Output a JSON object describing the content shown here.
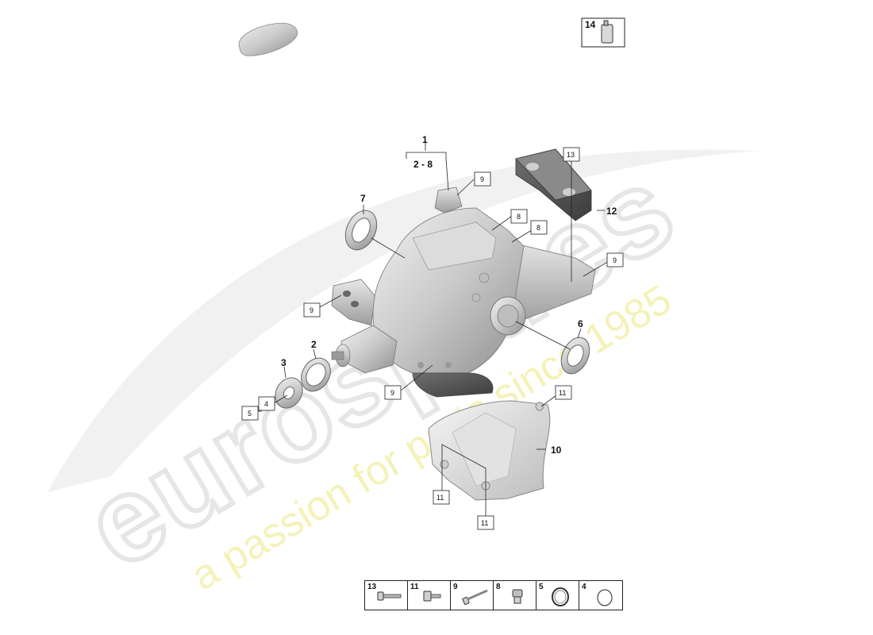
{
  "watermark": {
    "brand": "eurospares",
    "tagline": "a passion for parts since 1985",
    "colors": {
      "logo": "#e6e6e6",
      "tagline": "#f3f0b0"
    }
  },
  "assembly": {
    "number": "1",
    "range": "2 - 8"
  },
  "callouts": {
    "c2": "2",
    "c3": "3",
    "c4": "4",
    "c5": "5",
    "c6": "6",
    "c7": "7",
    "c8a": "8",
    "c8b": "8",
    "c9a": "9",
    "c9b": "9",
    "c9c": "9",
    "c9d": "9",
    "c10": "10",
    "c11a": "11",
    "c11b": "11",
    "c11c": "11",
    "c12": "12",
    "c13": "13"
  },
  "top_box": {
    "number": "14",
    "icon": "oil-bottle-icon"
  },
  "parts_strip": [
    {
      "number": "13",
      "icon": "long-bolt-icon"
    },
    {
      "number": "11",
      "icon": "short-bolt-icon"
    },
    {
      "number": "9",
      "icon": "long-bolt-icon"
    },
    {
      "number": "8",
      "icon": "plug-icon"
    },
    {
      "number": "5",
      "icon": "circlip-icon"
    },
    {
      "number": "4",
      "icon": "o-ring-icon"
    }
  ]
}
